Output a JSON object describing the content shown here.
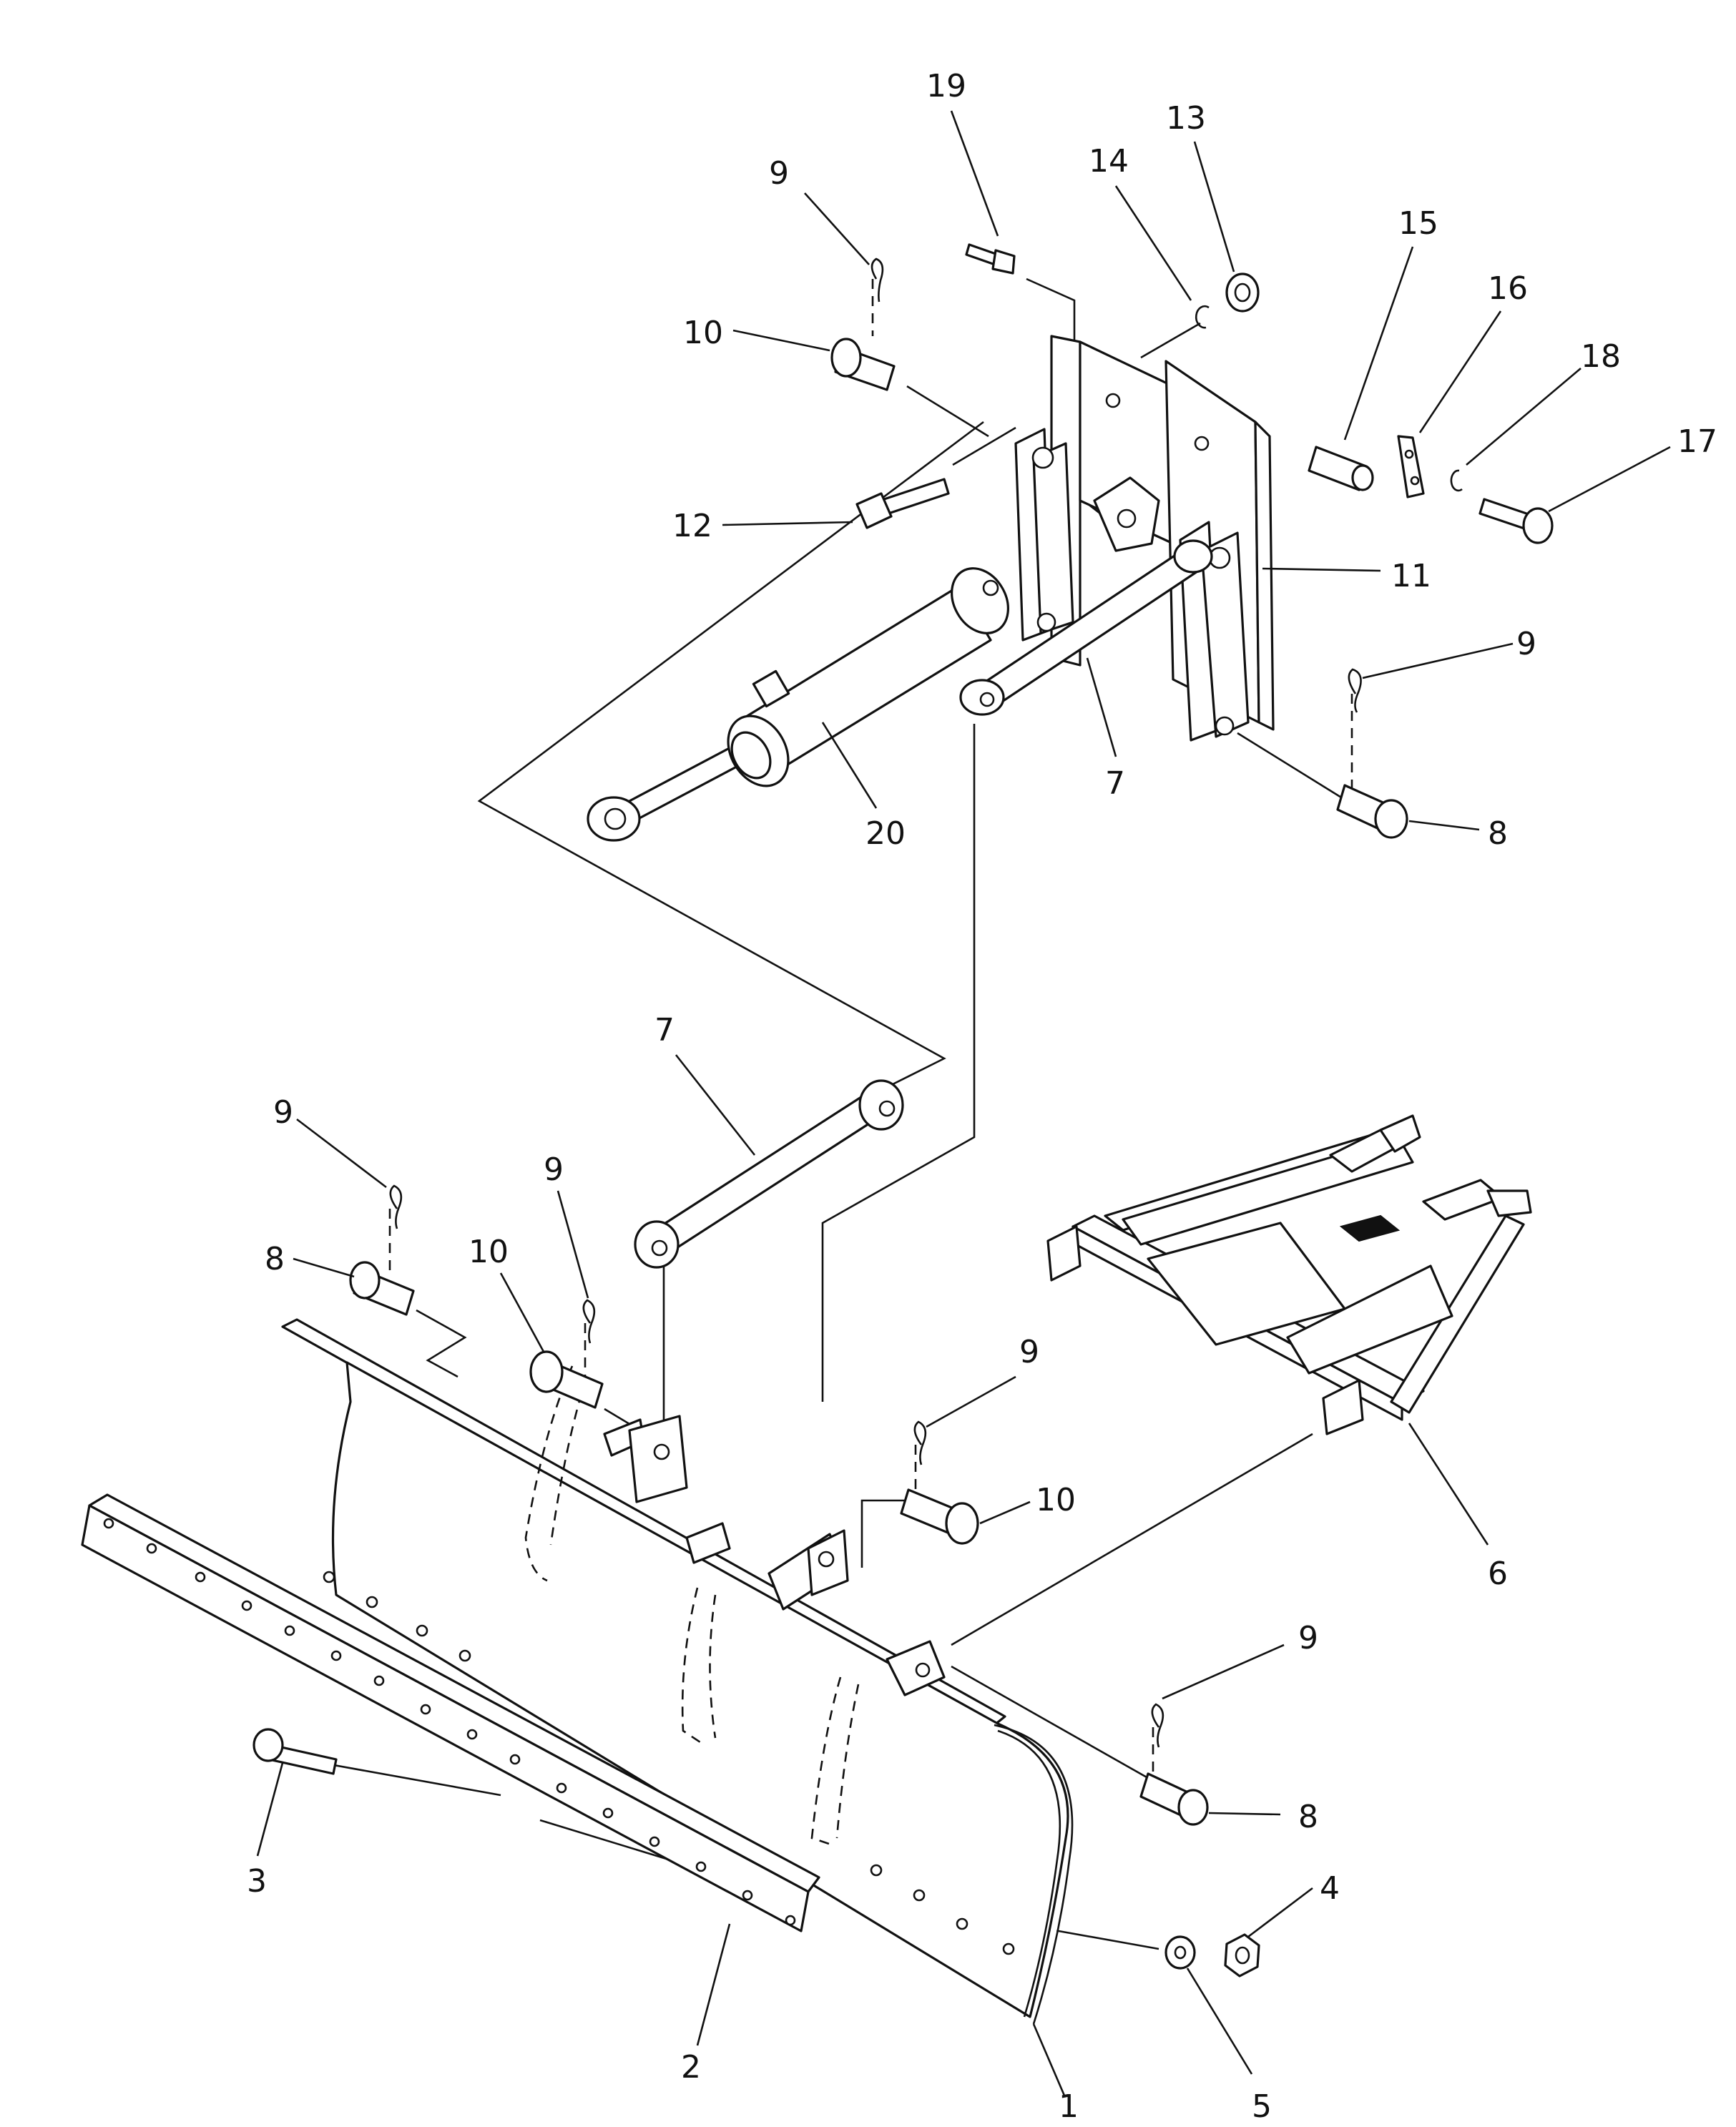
{
  "diagram": {
    "callouts": {
      "c1": "1",
      "c2": "2",
      "c3": "3",
      "c4": "4",
      "c5": "5",
      "c6": "6",
      "c7a": "7",
      "c7b": "7",
      "c8a": "8",
      "c8b": "8",
      "c8c": "8",
      "c9a": "9",
      "c9b": "9",
      "c9c": "9",
      "c9d": "9",
      "c9e": "9",
      "c9f": "9",
      "c10a": "10",
      "c10b": "10",
      "c10c": "10",
      "c11": "11",
      "c12": "12",
      "c13": "13",
      "c14": "14",
      "c15": "15",
      "c16": "16",
      "c17": "17",
      "c18": "18",
      "c19": "19",
      "c20": "20"
    }
  }
}
